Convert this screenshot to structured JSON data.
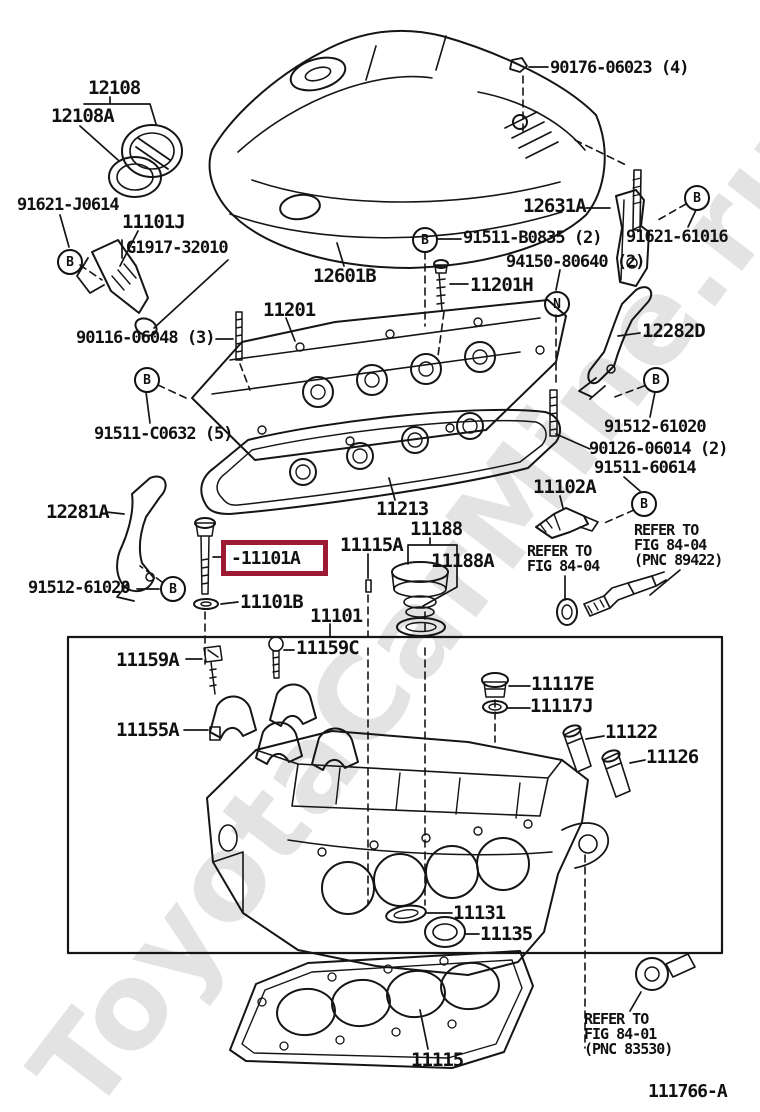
{
  "diagram": {
    "watermark": "ToyotaCarMine.ru",
    "figure_number": "111766-A",
    "highlight_color": "#9c1a33",
    "highlighted_part": "-11101A"
  },
  "callouts": {
    "b": "B",
    "n": "N"
  },
  "labels": {
    "p12108": "12108",
    "p12108a": "12108A",
    "p90176": "90176-06023 (4)",
    "p91621j": "91621-J0614",
    "p11101j": "11101J",
    "pg1917": "G1917-32010",
    "p12631a": "12631A",
    "p91511b": "91511-B0835 (2)",
    "p91621_61016": "91621-61016",
    "p94150": "94150-80640 (2)",
    "p11201h": "11201H",
    "p12601b": "12601B",
    "p11201": "11201",
    "p90116": "90116-06048 (3)",
    "p12282d": "12282D",
    "p91511c": "91511-C0632 (5)",
    "p91512_right": "91512-61020",
    "p90126": "90126-06014 (2)",
    "p91511_60614": "91511-60614",
    "p12281a": "12281A",
    "p11102a": "11102A",
    "p11213": "11213",
    "p11188": "11188",
    "p11115a": "11115A",
    "p11188a": "11188A",
    "p91512_left": "91512-61020",
    "p11101a": "-11101A",
    "p11101b": "11101B",
    "p11101": "11101",
    "p11159a": "11159A",
    "p11159c": "11159C",
    "p11155a": "11155A",
    "p11117e": "11117E",
    "p11117j": "11117J",
    "p11122": "11122",
    "p11126": "11126",
    "p11131": "11131",
    "p11135": "11135",
    "p11115": "11115"
  },
  "refer_notes": {
    "fig8404_left": {
      "line1": "REFER TO",
      "line2": "FIG 84-04"
    },
    "fig8404_right": {
      "line1": "REFER TO",
      "line2": "FIG 84-04",
      "line3": "(PNC 89422)"
    },
    "fig8401": {
      "line1": "REFER TO",
      "line2": "FIG 84-01",
      "line3": "(PNC 83530)"
    }
  }
}
